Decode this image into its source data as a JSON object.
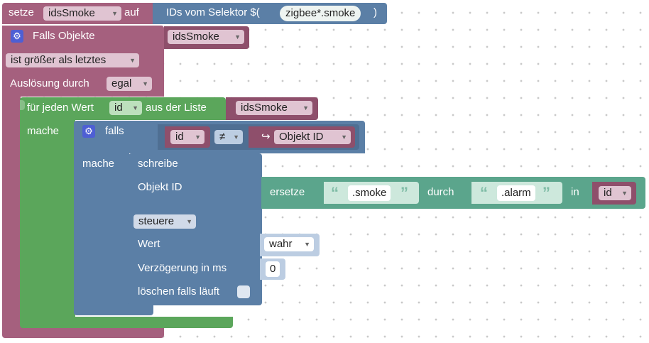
{
  "setze_block": {
    "keyword": "setze",
    "variable": "idsSmoke",
    "on_label": "auf",
    "selector_label": "IDs vom Selektor $(",
    "selector_value": "zigbee*.smoke",
    "selector_close": ")"
  },
  "falls_objekte": {
    "label": "Falls Objekte",
    "variable": "idsSmoke",
    "condition": "ist größer als letztes",
    "trigger_label": "Auslösung durch",
    "trigger_value": "egal"
  },
  "for_each": {
    "label": "für jeden Wert",
    "item_var": "id",
    "from_label": "aus der Liste",
    "list_var": "idsSmoke",
    "do_label": "mache"
  },
  "if_block": {
    "label": "falls",
    "left_var": "id",
    "operator": "≠",
    "right_icon": "↪",
    "right_label": "Objekt ID",
    "do_label": "mache"
  },
  "write_block": {
    "title": "schreibe",
    "object_label": "Objekt ID",
    "mode": "steuere",
    "value_label": "Wert",
    "value": "wahr",
    "delay_label": "Verzögerung in ms",
    "delay_value": "0",
    "clear_label": "löschen falls läuft"
  },
  "replace_block": {
    "label": "ersetze",
    "from_text": ".smoke",
    "by_label": "durch",
    "to_text": ".alarm",
    "in_label": "in",
    "in_var": "id",
    "open_quote": "“",
    "close_quote": "”"
  },
  "icons": {
    "gear": "⚙",
    "dropdown_arrow": "▼"
  },
  "colors": {
    "event_block": "#a5607e",
    "loop_block": "#5ba65b",
    "logic_block": "#5b7fa6",
    "text_block": "#5ba58c"
  }
}
